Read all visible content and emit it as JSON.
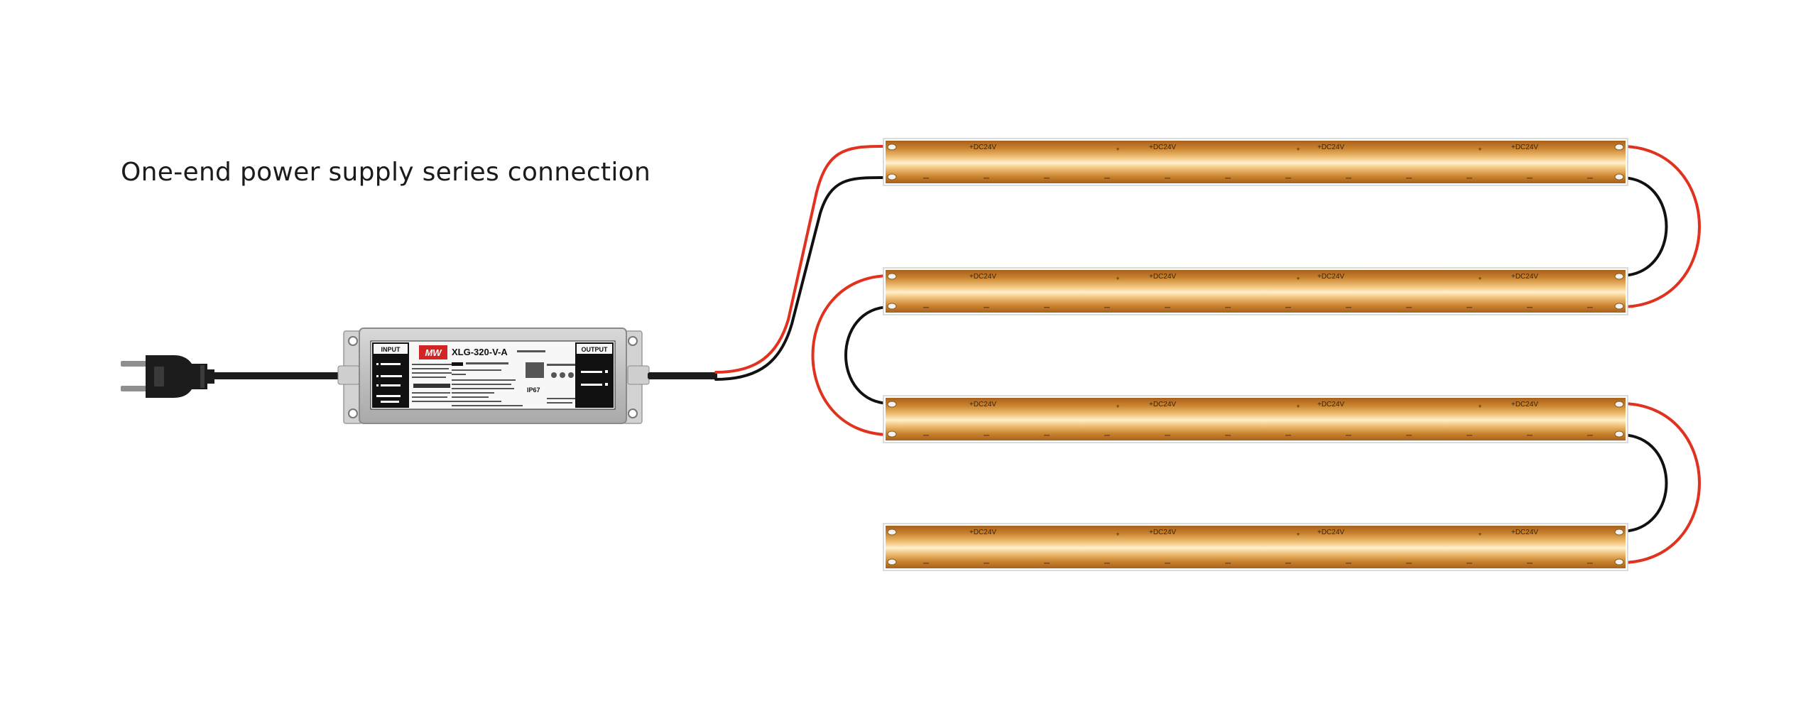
{
  "title": "One-end power supply series connection",
  "power_supply": {
    "input_label": "INPUT",
    "output_label": "OUTPUT",
    "model": "XLG-320-V-A",
    "brand_mark": "MW",
    "ip_rating": "IP67"
  },
  "strip": {
    "label": "+DC24V",
    "count": 4,
    "labels_per_strip": 4
  },
  "colors": {
    "wire_red": "#e0321e",
    "wire_black": "#111111",
    "strip_dark": "#b56c22",
    "strip_light": "#ffe8b4",
    "psu_body": "#c8c8c8",
    "label_black": "#111111",
    "brand_red": "#d22424"
  }
}
